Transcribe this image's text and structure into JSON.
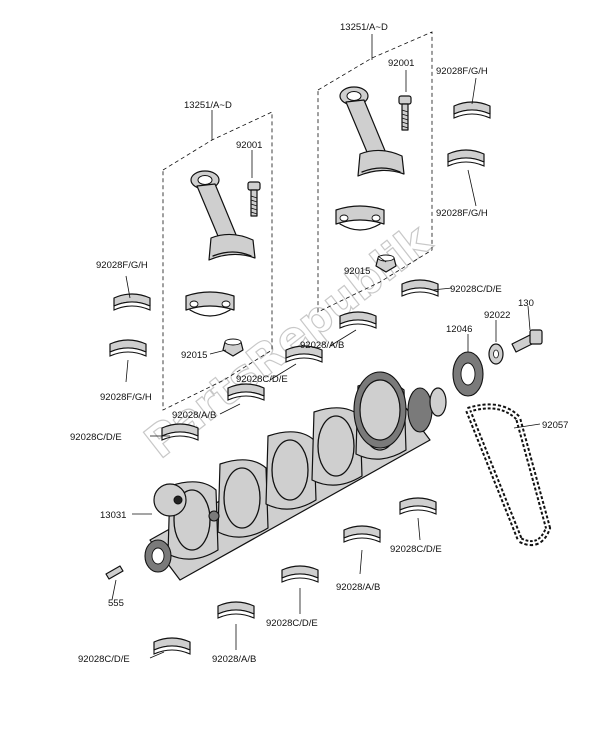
{
  "diagram": {
    "watermark": "PartsRepublik",
    "labels": {
      "l13251_top": "13251/A~D",
      "l92001_top": "92001",
      "l92028fgh_a": "92028F/G/H",
      "l92028fgh_b": "92028F/G/H",
      "l13251_left": "13251/A~D",
      "l92001_left": "92001",
      "l92015_top": "92015",
      "l92028cde_a": "92028C/D/E",
      "l92028fgh_c": "92028F/G/H",
      "l92015_left": "92015",
      "l92028fgh_d": "92028F/G/H",
      "l92028ab_a": "92028/A/B",
      "l92028cde_b": "92028C/D/E",
      "l92028ab_b": "92028/A/B",
      "l92028cde_c": "92028C/D/E",
      "l130": "130",
      "l92022": "92022",
      "l12046": "12046",
      "l92057": "92057",
      "l13031": "13031",
      "l92028cde_d": "92028C/D/E",
      "l555": "555",
      "l92028ab_c": "92028/A/B",
      "l92028cde_e": "92028C/D/E",
      "l92028cde_f": "92028C/D/E",
      "l92028ab_d": "92028/A/B"
    }
  }
}
